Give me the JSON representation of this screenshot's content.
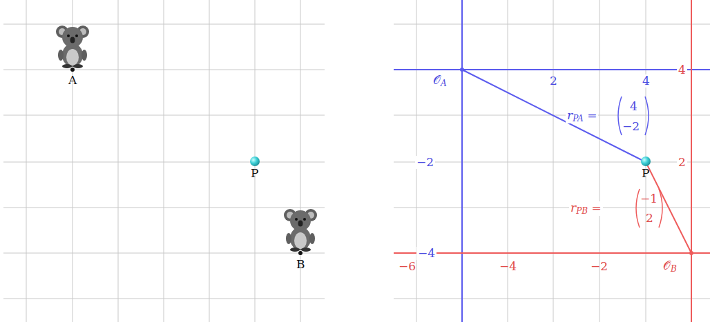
{
  "diagram": {
    "labels": [
      "A",
      "P",
      "B",
      "𝒪A",
      "2",
      "4",
      "rPA =",
      "4",
      "−2",
      "P",
      "2",
      "−2",
      "rPB =",
      "−1",
      "2",
      "−4",
      "−6",
      "−4",
      "−2",
      "𝒪B",
      "4"
    ]
  }
}
